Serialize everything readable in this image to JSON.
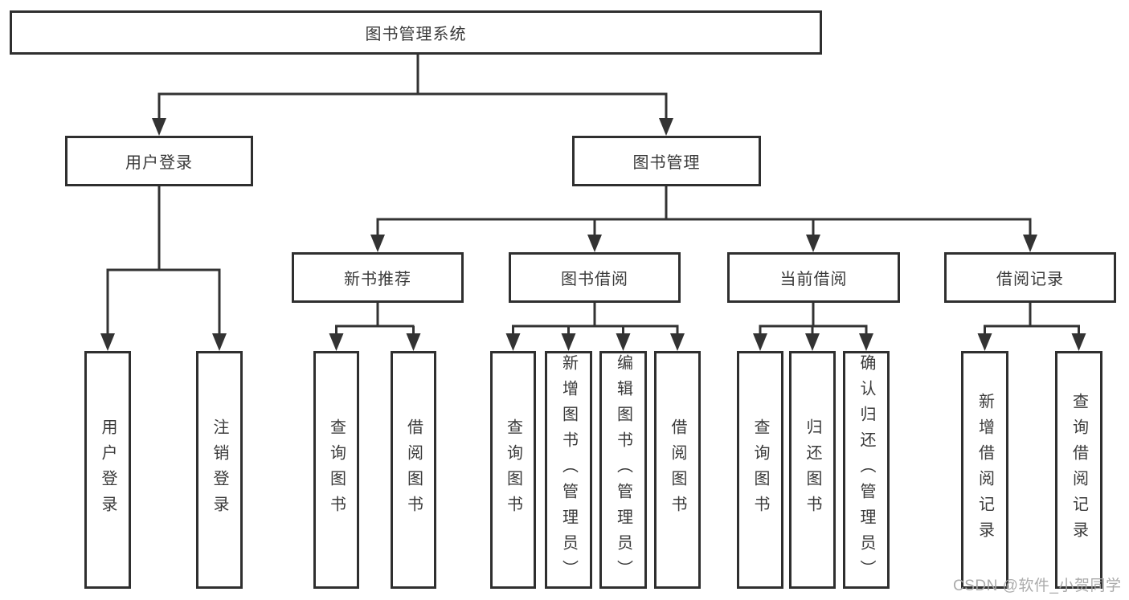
{
  "diagram": {
    "title": "图书管理系统",
    "root": {
      "label": "图书管理系统"
    },
    "level2": [
      {
        "label": "用户登录"
      },
      {
        "label": "图书管理"
      }
    ],
    "level3": [
      {
        "label": "新书推荐"
      },
      {
        "label": "图书借阅"
      },
      {
        "label": "当前借阅"
      },
      {
        "label": "借阅记录"
      }
    ],
    "leaves": [
      {
        "label": "用户登录"
      },
      {
        "label": "注销登录"
      },
      {
        "label": "查询图书"
      },
      {
        "label": "借阅图书"
      },
      {
        "label": "查询图书"
      },
      {
        "label": "新增图书（管理员）"
      },
      {
        "label": "编辑图书（管理员）"
      },
      {
        "label": "借阅图书"
      },
      {
        "label": "查询图书"
      },
      {
        "label": "归还图书"
      },
      {
        "label": "确认归还（管理员）"
      },
      {
        "label": "新增借阅记录"
      },
      {
        "label": "查询借阅记录"
      }
    ]
  },
  "watermark": {
    "text": "CSDN @软件_小贺同学"
  },
  "colors": {
    "line": "#333333",
    "border": "#2f2f2f",
    "text": "#3a3a3a",
    "watermark": "#a6a6a6",
    "background": "#ffffff"
  }
}
